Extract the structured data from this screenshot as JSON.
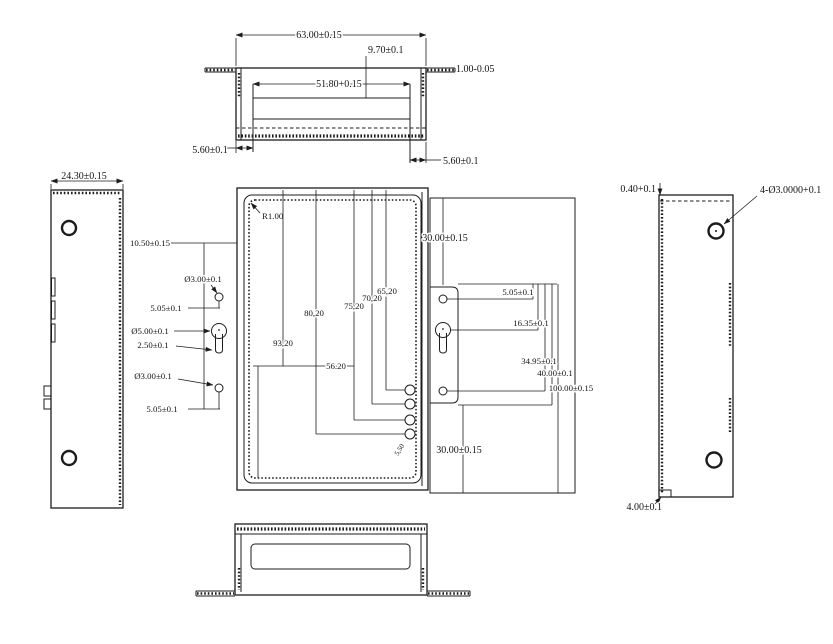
{
  "drawing": {
    "background": "#ffffff",
    "line_color": "#1c1c1c",
    "views": {
      "top_section": {
        "overall_width": "63.00±0.15",
        "rib_depth": "9.70±0.1",
        "inner_width": "51.80+0.15",
        "material_thickness": "1.00-0.05",
        "left_wall_inset": "5.60±0.1",
        "right_wall_inset": "5.60±0.1"
      },
      "left_side": {
        "depth": "24.30±0.15"
      },
      "left_wall_callouts": {
        "flange_width": "10.50±0.15",
        "upper_hole_dia": "Ø3.00±0.1",
        "upper_hole_offset": "5.05±0.1",
        "keyhole_dia": "Ø5.00±0.1",
        "keyhole_slot_offset": "2.50±0.1",
        "lower_hole_dia": "Ø3.00±0.1",
        "lower_hole_offset": "5.05±0.1"
      },
      "front": {
        "corner_radius": "R1.00",
        "ordinate_93": "93,20",
        "ordinate_80": "80,20",
        "ordinate_75": "75,20",
        "ordinate_70": "70,20",
        "ordinate_65": "65,20",
        "ordinate_56": "56.20",
        "ordinate_5_5": "5,50",
        "upper_right_offset": "30.00±0.15",
        "lower_right_offset": "30.00±0.15"
      },
      "right_wall_plate": {
        "upper_hole_offset": "5.05±0.1",
        "keyhole_center_offset": "16.35±0.1",
        "lower_hole_offset": "34.95±0.1",
        "plate_height": "40.00±0.1",
        "overall_height": "100.00±0.15"
      },
      "right_side": {
        "top_edge_offset": "0.40+0.1",
        "hole_callout": "4-Ø3.0000+0.1",
        "bottom_edge_offset": "4.00±0.1"
      }
    }
  }
}
